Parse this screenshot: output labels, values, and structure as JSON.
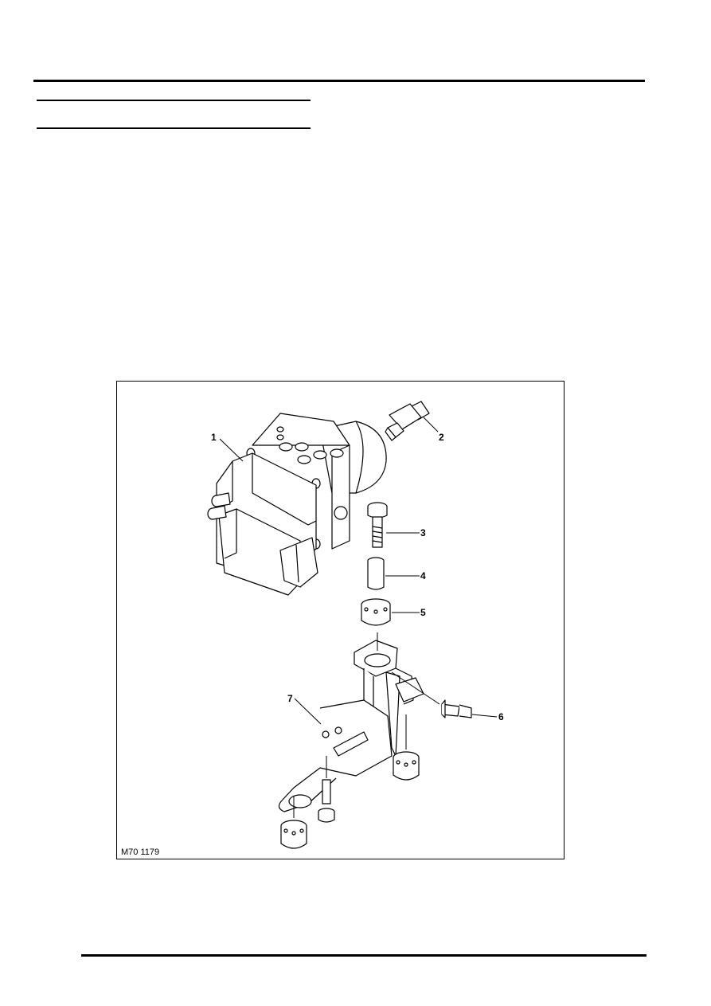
{
  "figure": {
    "reference": "M70 1179",
    "callouts": [
      {
        "id": "1",
        "label": "1"
      },
      {
        "id": "2",
        "label": "2"
      },
      {
        "id": "3",
        "label": "3"
      },
      {
        "id": "4",
        "label": "4"
      },
      {
        "id": "5",
        "label": "5"
      },
      {
        "id": "6",
        "label": "6"
      },
      {
        "id": "7",
        "label": "7"
      }
    ]
  }
}
